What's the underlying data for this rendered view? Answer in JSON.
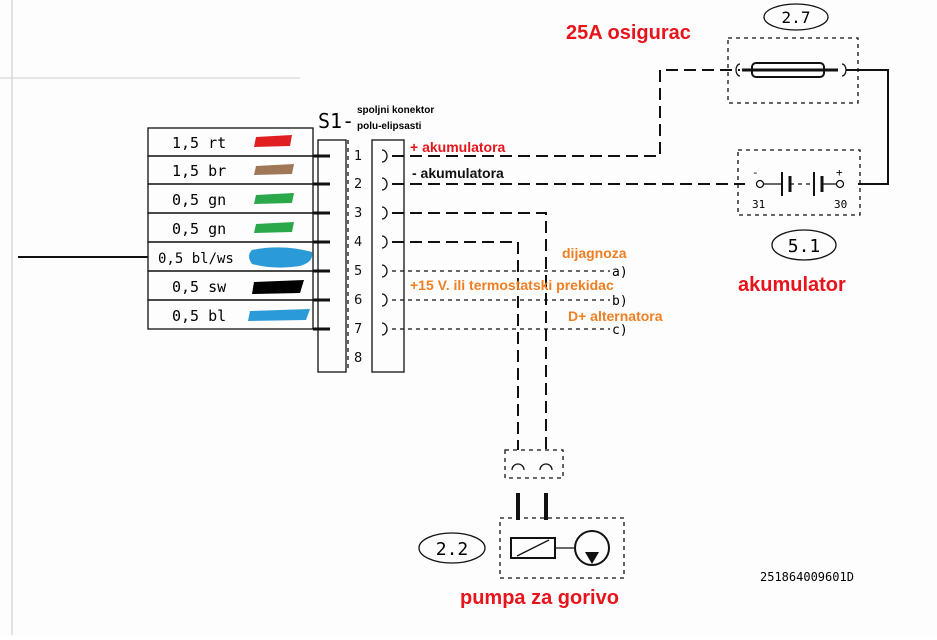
{
  "connector": {
    "designator": "S1-",
    "note_line1": "spoljni konektor",
    "note_line2": "polu-elipsasti",
    "pins": [
      "1",
      "2",
      "3",
      "4",
      "5",
      "6",
      "7",
      "8"
    ]
  },
  "wires": [
    {
      "label": "1,5 rt",
      "color": "#e02020"
    },
    {
      "label": "1,5 br",
      "color": "#a07858"
    },
    {
      "label": "0,5 gn",
      "color": "#2aa84a"
    },
    {
      "label": "0,5 gn",
      "color": "#2aa84a"
    },
    {
      "label": "0,5 bl/ws",
      "color": "#2b9bd8"
    },
    {
      "label": "0,5 sw",
      "color": "#000000"
    },
    {
      "label": "0,5 bl",
      "color": "#2b9bd8"
    }
  ],
  "annotations": {
    "plus_battery": "+ akumulatora",
    "minus_battery": "- akumulatora",
    "diagnosis": "dijagnoza",
    "plus15": "+15 V. ili termostatski prekidac",
    "alternator": "D+ alternatora",
    "fuse": "25A osigurac",
    "battery": "akumulator",
    "fuel_pump": "pumpa za gorivo"
  },
  "branch_letters": [
    "a)",
    "b)",
    "c)"
  ],
  "components": {
    "fuse_ref": "2.7",
    "battery_ref": "5.1",
    "pump_ref": "2.2",
    "terminal_31": "31",
    "terminal_30": "30"
  },
  "drawing_number": "251864009601D",
  "colors": {
    "red_label": "#e8141c",
    "orange_label": "#f07e22",
    "black_label": "#111111"
  }
}
